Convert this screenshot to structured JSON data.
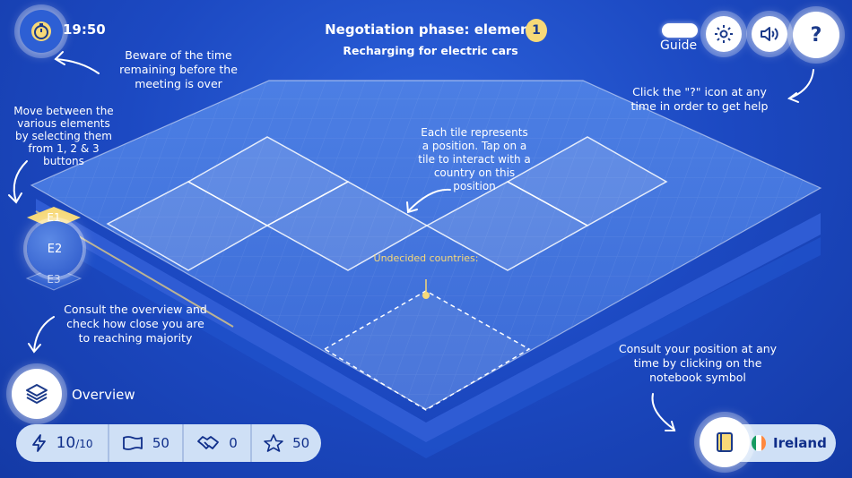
{
  "header": {
    "timer": "19:50",
    "phase_title": "Negotiation phase: element",
    "element_number": "1",
    "subtitle": "Recharging for electric cars",
    "guide_label": "Guide",
    "help_label": "?"
  },
  "hints": {
    "timer": "Beware of the time remaining before the meeting is over",
    "help": "Click the \"?\" icon at any time in order to get help",
    "elements": "Move between the various elements by selecting them from 1, 2 & 3 buttons",
    "tiles": "Each tile represents a position. Tap on a tile to interact with a country on this position",
    "overview": "Consult the overview and check how close you are to reaching majority",
    "notebook": "Consult your position at any time by clicking on the notebook symbol"
  },
  "board": {
    "undecided_label": "Undecided countries:",
    "element_tabs": [
      "E1",
      "E2",
      "E3"
    ]
  },
  "overview": {
    "label": "Overview"
  },
  "stats": {
    "energy": "10",
    "energy_max": "/10",
    "flags": "50",
    "deals": "0",
    "stars": "50"
  },
  "player": {
    "country": "Ireland"
  },
  "colors": {
    "background": "#1c49c2",
    "accent_yellow": "#f7d978",
    "pill": "#cfe0f6",
    "dark_blue": "#0f2e8a"
  },
  "icons": {
    "timer": "stopwatch-icon",
    "settings": "gear-icon",
    "sound": "speaker-icon",
    "help": "question-icon",
    "overview": "layers-icon",
    "energy": "lightning-icon",
    "flags": "flag-icon",
    "deals": "handshake-icon",
    "stars": "star-icon",
    "notebook": "notebook-icon",
    "country_flag": "ireland-flag-icon"
  }
}
